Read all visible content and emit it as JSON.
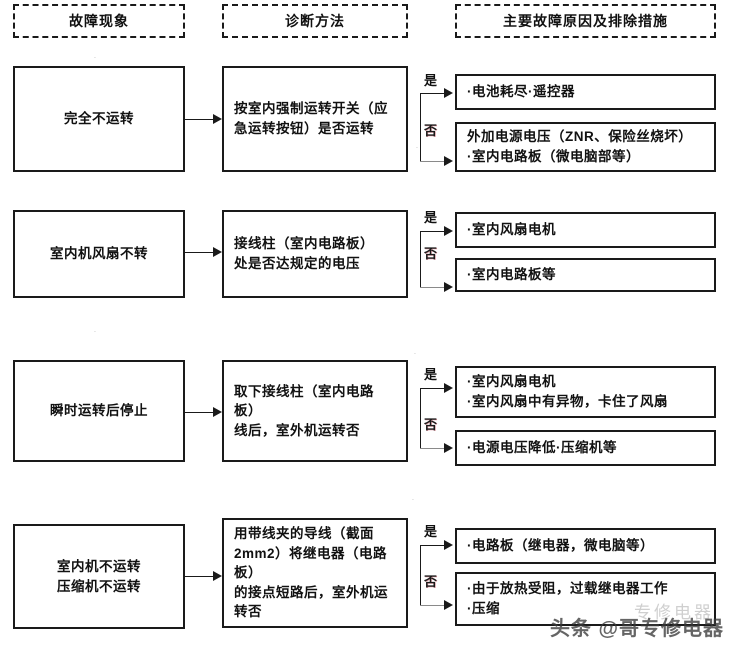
{
  "document": {
    "title": "空调故障诊断流程图",
    "watermark": "头条 @哥专修电器",
    "watermark_ghost": "专修电器"
  },
  "headers": [
    {
      "label": "故障现象"
    },
    {
      "label": "诊断方法"
    },
    {
      "label": "主要故障原因及排除措施"
    }
  ],
  "branch_labels": {
    "yes": "是",
    "no": "否"
  },
  "rows": [
    {
      "symptom": "完全不运转",
      "diagnosis": "按室内强制运转开关（应\n急运转按钮）是否运转",
      "yes_cause": "·电池耗尽·遥控器",
      "no_cause": "外加电源电压（ZNR、保险丝烧坏）\n·室内电路板（微电脑部等）"
    },
    {
      "symptom": "室内机风扇不转",
      "diagnosis": "接线柱（室内电路板）\n处是否达规定的电压",
      "yes_cause": "·室内风扇电机",
      "no_cause": "·室内电路板等"
    },
    {
      "symptom": "瞬时运转后停止",
      "diagnosis": "取下接线柱（室内电路板）\n线后，室外机运转否",
      "yes_cause": "·室内风扇电机\n·室内风扇中有异物，卡住了风扇",
      "no_cause": "·电源电压降低·压缩机等"
    },
    {
      "symptom": "室内机不运转\n压缩机不运转",
      "diagnosis": "用带线夹的导线（截面\n2mm2）将继电器（电路板）\n的接点短路后，室外机运\n转否",
      "yes_cause": "·电路板（继电器，微电脑等）",
      "no_cause": "·由于放热受阻，过载继电器工作\n·压缩"
    }
  ]
}
